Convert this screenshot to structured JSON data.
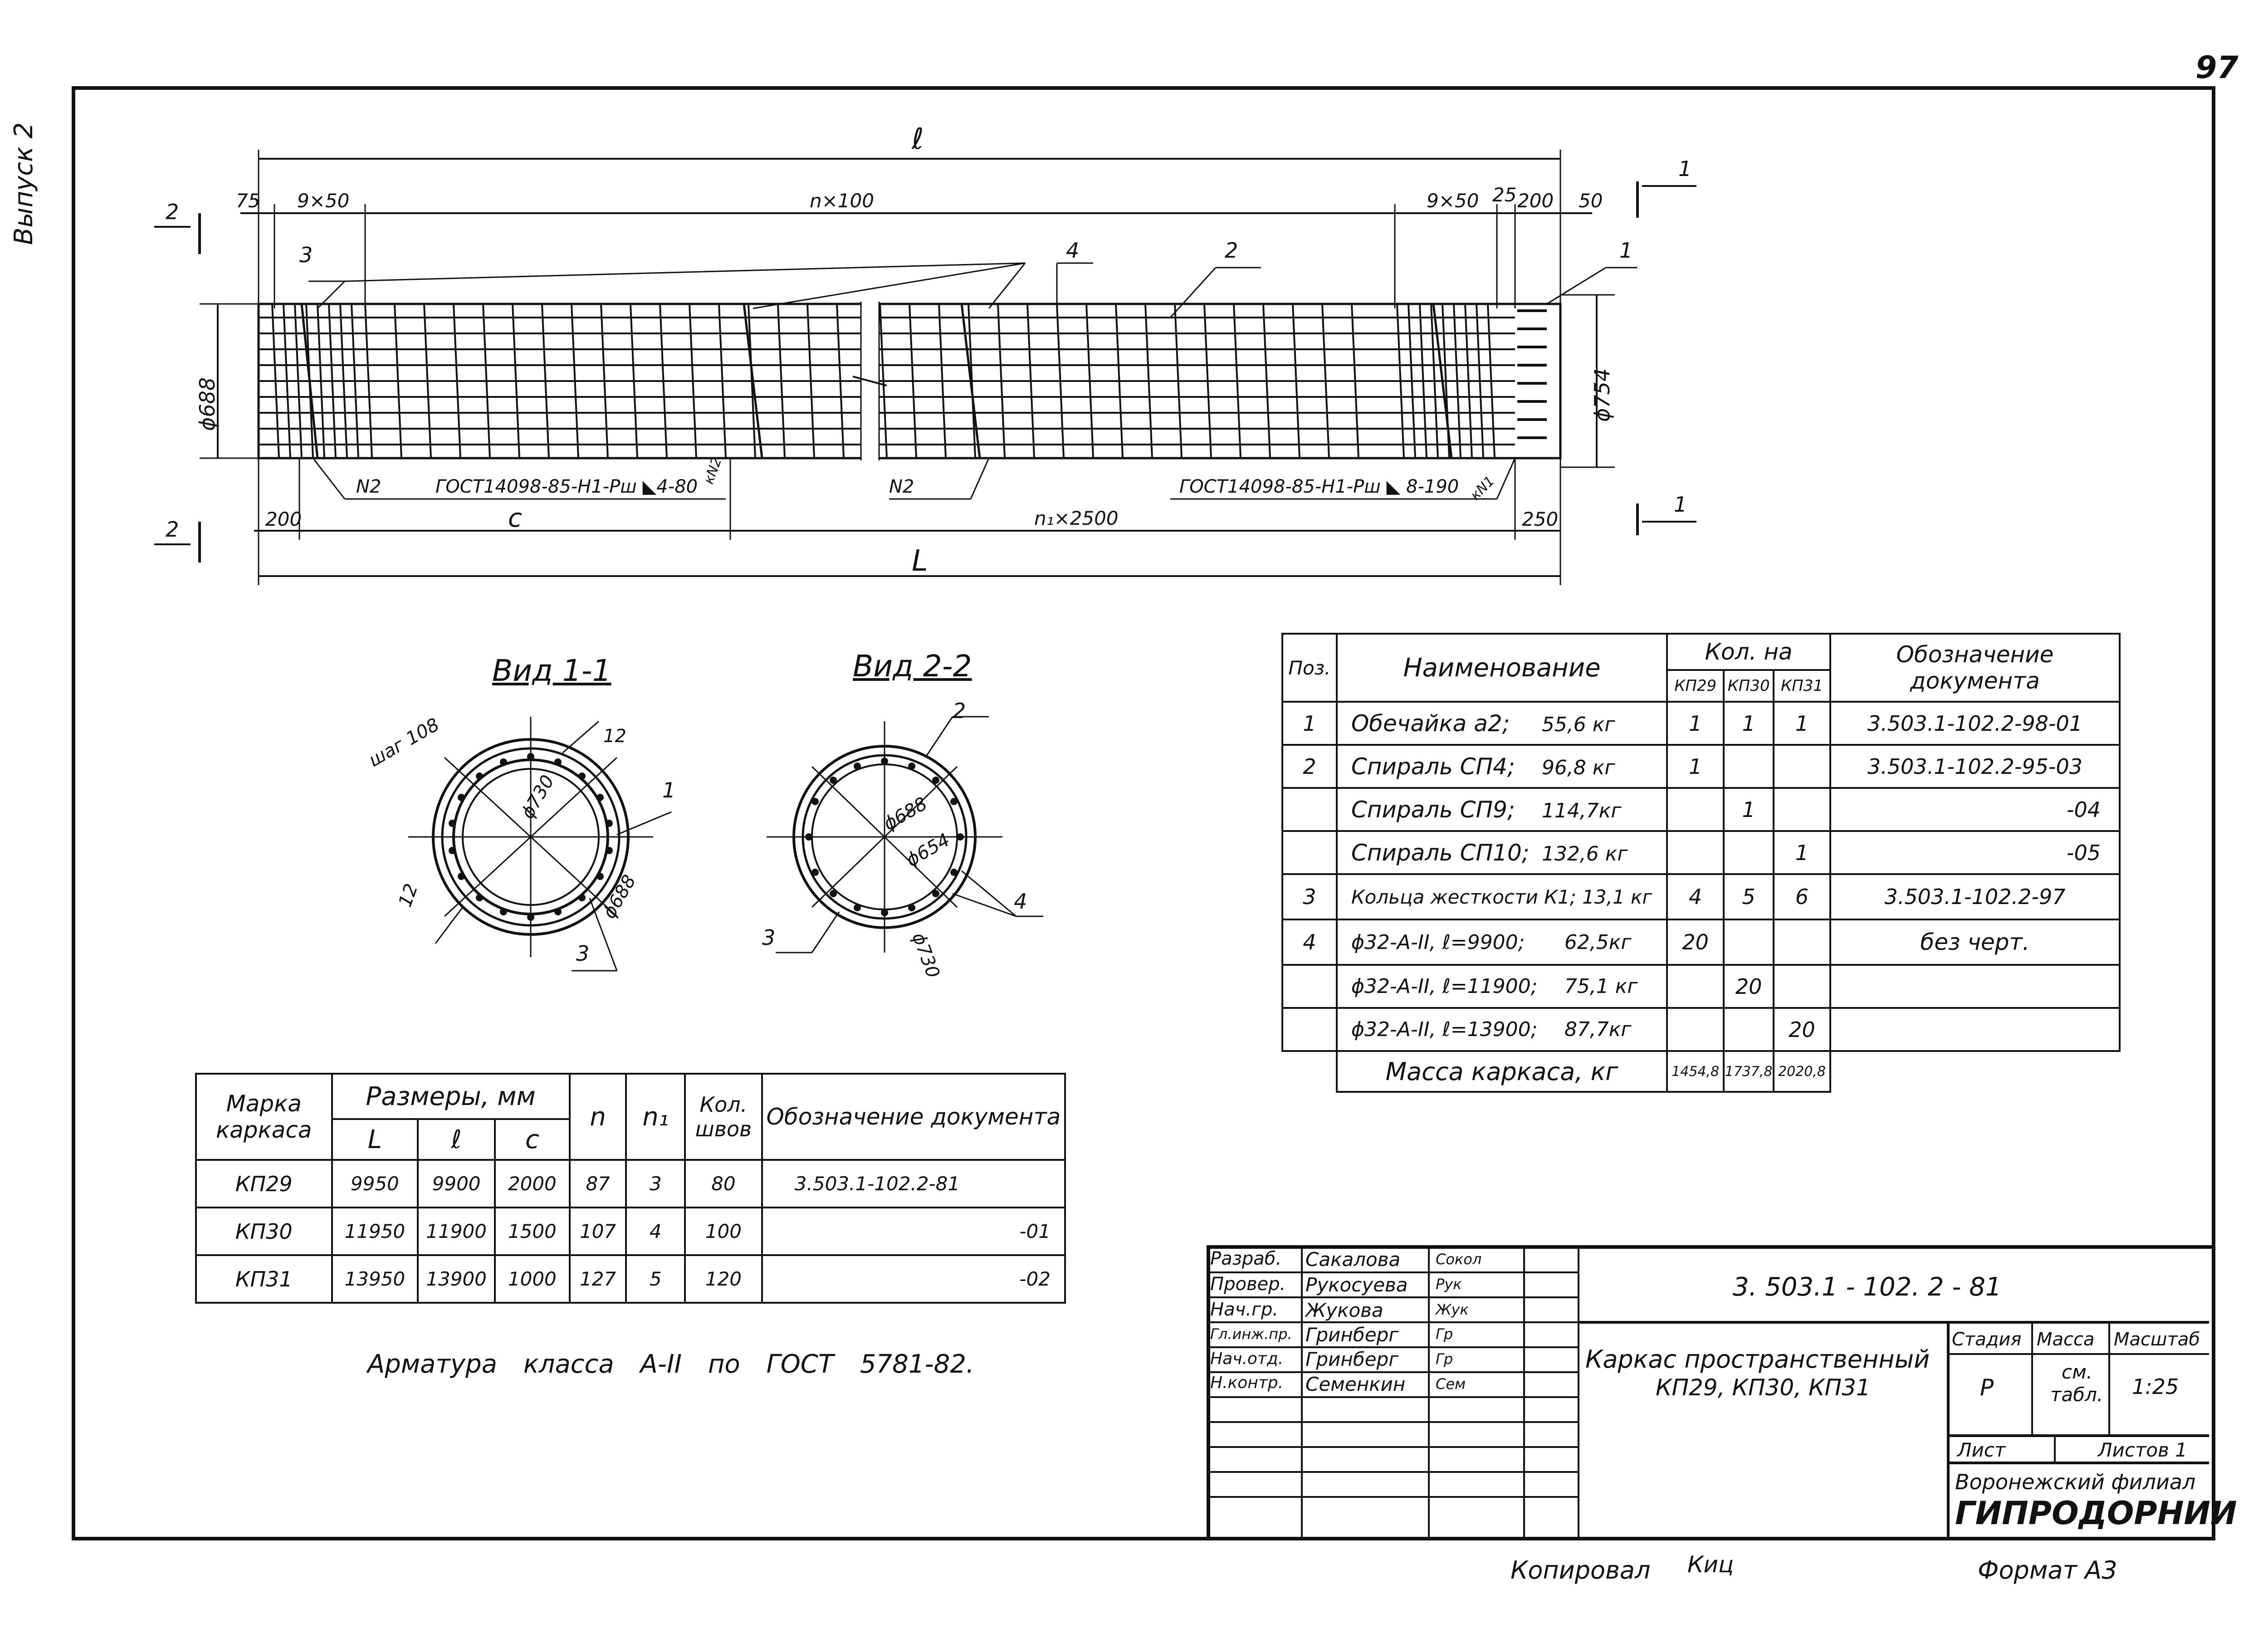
{
  "page_number": "97",
  "side_note": "Выпуск 2",
  "main_drawing": {
    "dim_total_l": "ℓ",
    "dim_left_75": "75",
    "dim_9x50_left": "9×50",
    "dim_n_x_100": "n×100",
    "dim_9x50_right": "9×50",
    "dim_25": "25",
    "dim_200_top": "200",
    "dim_50": "50",
    "dim_200_bottom": "200",
    "dim_c": "c",
    "dim_n1_x_2500": "n₁×2500",
    "dim_250": "250",
    "dim_total_L": "L",
    "diam_left": "ϕ688",
    "diam_right": "ϕ754",
    "pos_3": "3",
    "pos_4": "4",
    "pos_2": "2",
    "pos_1": "1",
    "section_1_top": "1",
    "section_1_bottom": "1",
    "section_2_top": "2",
    "section_2_bottom": "2",
    "weld_n2_a": "N2",
    "weld_gost_left": "ГОСТ14098-85-Н1-Рш ◣4-80",
    "weld_kn2": "кN2",
    "weld_n2_b": "N2",
    "weld_gost_right": "ГОСТ14098-85-Н1-Рш ◣ 8-190",
    "weld_kn1": "кN1"
  },
  "view_1": {
    "title": "Вид 1-1",
    "step_label": "шаг 108",
    "dim_12_top": "12",
    "dim_12_left": "12",
    "diam_730": "ϕ730",
    "diam_688": "ϕ688",
    "pos_1": "1",
    "pos_3": "3"
  },
  "view_2": {
    "title": "Вид 2-2",
    "diam_688": "ϕ688",
    "diam_654": "ϕ654",
    "diam_730": "ϕ730",
    "pos_2": "2",
    "pos_3": "3",
    "pos_4": "4"
  },
  "spec_table": {
    "h_pos": "Поз.",
    "h_name": "Наименование",
    "h_qty": "Кол. на",
    "h_kp29": "КП29",
    "h_kp30": "КП30",
    "h_kp31": "КП31",
    "h_doc": "Обозначение документа",
    "rows": [
      {
        "pos": "1",
        "name": "Обечайка а2;",
        "mass": "55,6 кг",
        "kp29": "1",
        "kp30": "1",
        "kp31": "1",
        "doc": "3.503.1-102.2-98-01"
      },
      {
        "pos": "2",
        "name": "Спираль СП4;",
        "mass": "96,8 кг",
        "kp29": "1",
        "kp30": "",
        "kp31": "",
        "doc": "3.503.1-102.2-95-03"
      },
      {
        "pos": "",
        "name": "Спираль СП9;",
        "mass": "114,7кг",
        "kp29": "",
        "kp30": "1",
        "kp31": "",
        "doc": "-04"
      },
      {
        "pos": "",
        "name": "Спираль СП10;",
        "mass": "132,6 кг",
        "kp29": "",
        "kp30": "",
        "kp31": "1",
        "doc": "-05"
      },
      {
        "pos": "3",
        "name": "Кольца жесткости К1; 13,1 кг",
        "mass": "",
        "kp29": "4",
        "kp30": "5",
        "kp31": "6",
        "doc": "3.503.1-102.2-97"
      },
      {
        "pos": "4",
        "name": "ϕ32-А-II, ℓ=9900;",
        "mass": "62,5кг",
        "kp29": "20",
        "kp30": "",
        "kp31": "",
        "doc": "без черт."
      },
      {
        "pos": "",
        "name": "ϕ32-А-II, ℓ=11900;",
        "mass": "75,1 кг",
        "kp29": "",
        "kp30": "20",
        "kp31": "",
        "doc": ""
      },
      {
        "pos": "",
        "name": "ϕ32-А-II, ℓ=13900;",
        "mass": "87,7кг",
        "kp29": "",
        "kp30": "",
        "kp31": "20",
        "doc": ""
      }
    ],
    "total_label": "Масса каркаса, кг",
    "total_kp29": "1454,8",
    "total_kp30": "1737,8",
    "total_kp31": "2020,8"
  },
  "dims_table": {
    "h_mark": "Марка каркаса",
    "h_dims": "Размеры, мм",
    "h_L": "L",
    "h_l": "ℓ",
    "h_c": "c",
    "h_n": "n",
    "h_n1": "n₁",
    "h_welds": "Кол. швов",
    "h_doc": "Обозначение документа",
    "rows": [
      {
        "mark": "КП29",
        "L": "9950",
        "l": "9900",
        "c": "2000",
        "n": "87",
        "n1": "3",
        "welds": "80",
        "doc": "3.503.1-102.2-81"
      },
      {
        "mark": "КП30",
        "L": "11950",
        "l": "11900",
        "c": "1500",
        "n": "107",
        "n1": "4",
        "welds": "100",
        "doc": "-01"
      },
      {
        "mark": "КП31",
        "L": "13950",
        "l": "13900",
        "c": "1000",
        "n": "127",
        "n1": "5",
        "welds": "120",
        "doc": "-02"
      }
    ]
  },
  "note": "Арматура класса А-II по ГОСТ 5781-82.",
  "title_block": {
    "roles": [
      {
        "role": "Разраб.",
        "name": "Сакалова",
        "sign": "Сокол"
      },
      {
        "role": "Провер.",
        "name": "Рукосуева",
        "sign": "Рук"
      },
      {
        "role": "Нач.гр.",
        "name": "Жукова",
        "sign": "Жук"
      },
      {
        "role": "Гл.инж.пр.",
        "name": "Гринберг",
        "sign": "Гр"
      },
      {
        "role": "Нач.отд.",
        "name": "Гринберг",
        "sign": "Гр"
      },
      {
        "role": "Н.контр.",
        "name": "Семенкин",
        "sign": "Сем"
      }
    ],
    "doc_code": "3. 503.1 - 102. 2 - 81",
    "name_line1": "Каркас пространственный",
    "name_line2": "КП29, КП30, КП31",
    "h_stage": "Стадия",
    "h_mass": "Масса",
    "h_scale": "Масштаб",
    "stage": "Р",
    "mass_line1": "см.",
    "mass_line2": "табл.",
    "scale": "1:25",
    "sheet_label": "Лист",
    "sheets_label": "Листов 1",
    "org_line1": "Воронежский филиал",
    "org_line2": "ГИПРОДОРНИИ"
  },
  "copied_label": "Копировал",
  "copied_sign": "Киц",
  "format_label": "Формат А3"
}
